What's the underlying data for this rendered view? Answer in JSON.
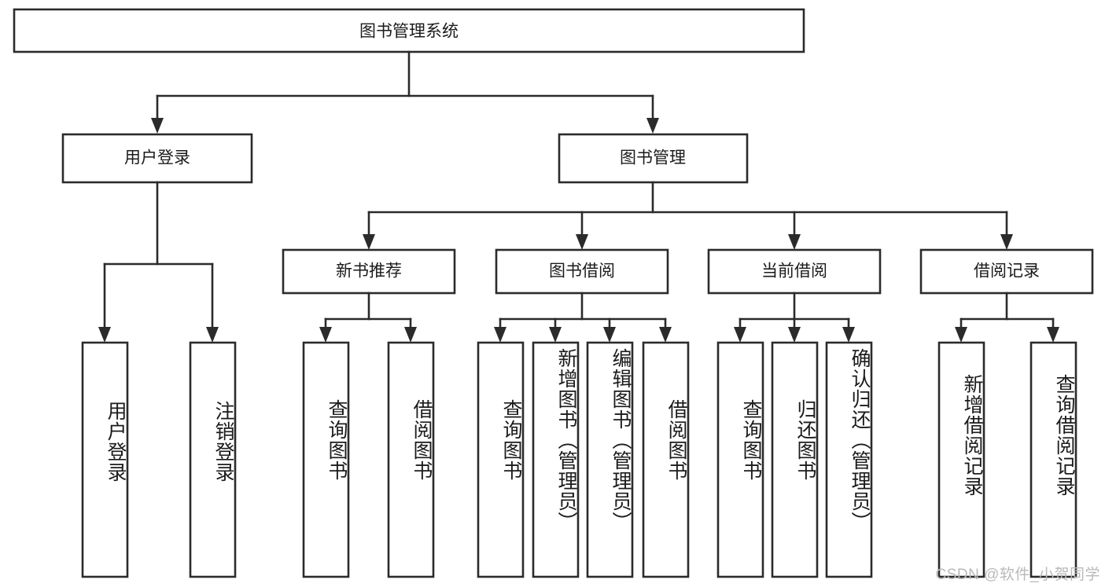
{
  "diagram": {
    "title": "图书管理系统",
    "type": "hierarchy-tree",
    "watermark": "CSDN @软件_小贺同学",
    "colors": {
      "stroke": "#2b2b2b",
      "box_fill": "#ffffff",
      "text": "#1b1b1b",
      "background": "#ffffff",
      "watermark": "#b9b9b9"
    },
    "levels": [
      {
        "level": 1,
        "nodes": [
          {
            "id": "root",
            "label": "图书管理系统"
          }
        ]
      },
      {
        "level": 2,
        "nodes": [
          {
            "id": "user-login",
            "label": "用户登录",
            "parent": "root"
          },
          {
            "id": "book-manage",
            "label": "图书管理",
            "parent": "root"
          }
        ]
      },
      {
        "level": 3,
        "nodes": [
          {
            "id": "new-book-rec",
            "label": "新书推荐",
            "parent": "book-manage"
          },
          {
            "id": "book-borrow",
            "label": "图书借阅",
            "parent": "book-manage"
          },
          {
            "id": "current-borrow",
            "label": "当前借阅",
            "parent": "book-manage"
          },
          {
            "id": "borrow-record",
            "label": "借阅记录",
            "parent": "book-manage"
          }
        ]
      },
      {
        "level": 4,
        "nodes": [
          {
            "id": "leaf-1",
            "label": "用户登录",
            "parent": "user-login"
          },
          {
            "id": "leaf-2",
            "label": "注销登录",
            "parent": "user-login"
          },
          {
            "id": "leaf-3",
            "label": "查询图书",
            "parent": "new-book-rec"
          },
          {
            "id": "leaf-4",
            "label": "借阅图书",
            "parent": "new-book-rec"
          },
          {
            "id": "leaf-5",
            "label": "查询图书",
            "parent": "book-borrow"
          },
          {
            "id": "leaf-6",
            "label": "新增图书（管理员）",
            "parent": "book-borrow"
          },
          {
            "id": "leaf-7",
            "label": "编辑图书（管理员）",
            "parent": "book-borrow"
          },
          {
            "id": "leaf-8",
            "label": "借阅图书",
            "parent": "book-borrow"
          },
          {
            "id": "leaf-9",
            "label": "查询图书",
            "parent": "current-borrow"
          },
          {
            "id": "leaf-10",
            "label": "归还图书",
            "parent": "current-borrow"
          },
          {
            "id": "leaf-11",
            "label": "确认归还（管理员）",
            "parent": "current-borrow"
          },
          {
            "id": "leaf-12",
            "label": "新增借阅记录",
            "parent": "borrow-record"
          },
          {
            "id": "leaf-13",
            "label": "查询借阅记录",
            "parent": "borrow-record"
          }
        ]
      }
    ]
  }
}
